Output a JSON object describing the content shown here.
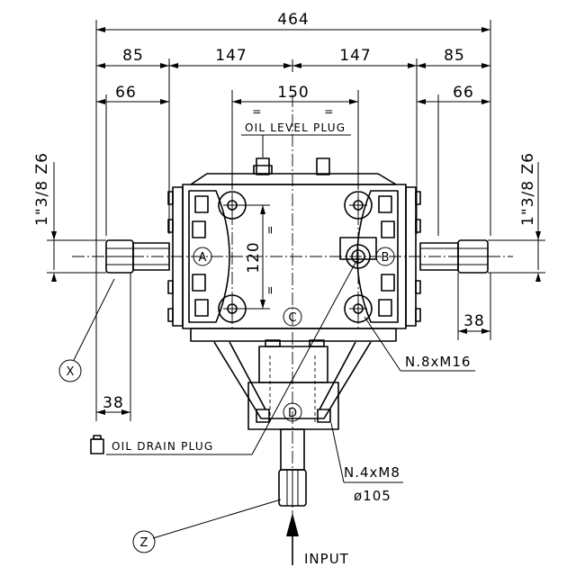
{
  "dimensions": {
    "overall_width": "464",
    "left_offset": "85",
    "left_half": "147",
    "right_half": "147",
    "right_offset": "85",
    "mount_width": "150",
    "left_shaft": "66",
    "right_shaft": "66",
    "mount_height": "120",
    "left_spline": "38",
    "right_spline": "38",
    "left_thread": "1\"3/8 Z6",
    "right_thread": "1\"3/8 Z6",
    "eq_mark": "="
  },
  "labels": {
    "oil_level_plug": "OIL LEVEL PLUG",
    "oil_drain_plug": "OIL DRAIN PLUG",
    "bolts_side": "N.8xM16",
    "bolts_flange": "N.4xM8",
    "flange_diameter": "ø105",
    "input": "INPUT"
  },
  "shaft_markers": {
    "a": "A",
    "b": "B",
    "c": "C",
    "d": "D",
    "x": "X",
    "z": "Z"
  }
}
